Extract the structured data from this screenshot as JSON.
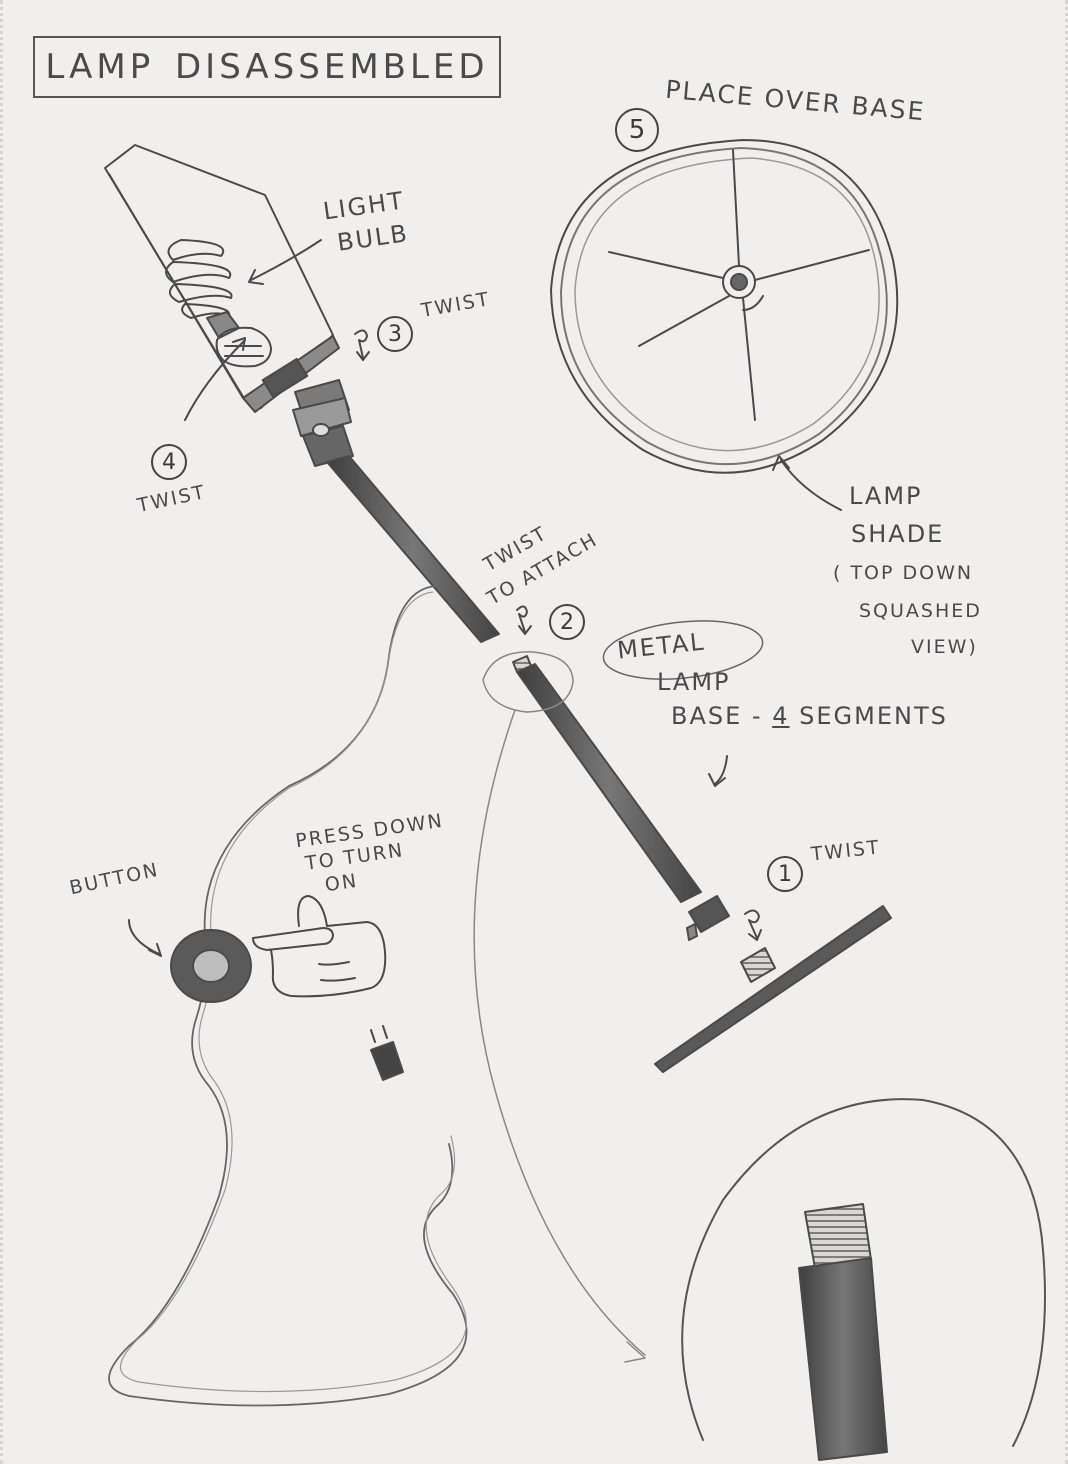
{
  "title": {
    "word1": "LAMP",
    "word2": "DISASSEMBLED"
  },
  "steps": [
    {
      "number": "1",
      "text": "TWIST"
    },
    {
      "number": "2",
      "text_line1": "TWIST",
      "text_line2": "TO ATTACH"
    },
    {
      "number": "3",
      "text": "TWIST"
    },
    {
      "number": "4",
      "text": "TWIST"
    },
    {
      "number": "5",
      "text": "PLACE OVER BASE"
    }
  ],
  "labels": {
    "light_bulb": [
      "LIGHT",
      "BULB"
    ],
    "lamp_shade": [
      "LAMP",
      "SHADE",
      "( TOP DOWN",
      "SQUASHED",
      "VIEW)"
    ],
    "metal_base": {
      "word": "METAL",
      "line2": "LAMP",
      "line3_prefix": "BASE -",
      "count": "4",
      "line3_suffix": "SEGMENTS"
    },
    "button": "BUTTON",
    "press": [
      "PRESS DOWN",
      "TO TURN",
      "ON"
    ]
  }
}
